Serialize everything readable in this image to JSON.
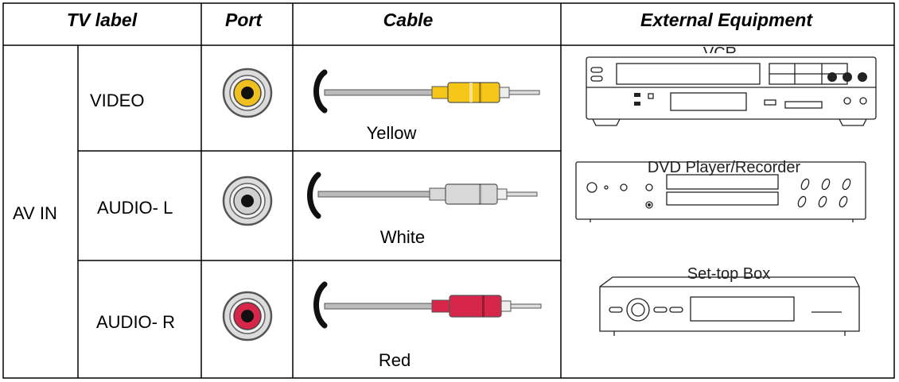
{
  "table": {
    "headers": {
      "tv_label": "TV label",
      "port": "Port",
      "cable": "Cable",
      "external_equipment": "External Equipment"
    },
    "group_label": "AV IN",
    "rows": [
      {
        "port_name": "VIDEO",
        "cable_color_label": "Yellow",
        "color": "#f5c518",
        "port_ring": "#f0c020",
        "equipment": "VCR"
      },
      {
        "port_name": "AUDIO- L",
        "cable_color_label": "White",
        "color": "#d8d8d8",
        "port_ring": "#d0d0d0",
        "equipment": "DVD Player/Recorder"
      },
      {
        "port_name": "AUDIO- R",
        "cable_color_label": "Red",
        "color": "#d6264a",
        "port_ring": "#d6264a",
        "equipment": "Set-top Box"
      }
    ]
  }
}
